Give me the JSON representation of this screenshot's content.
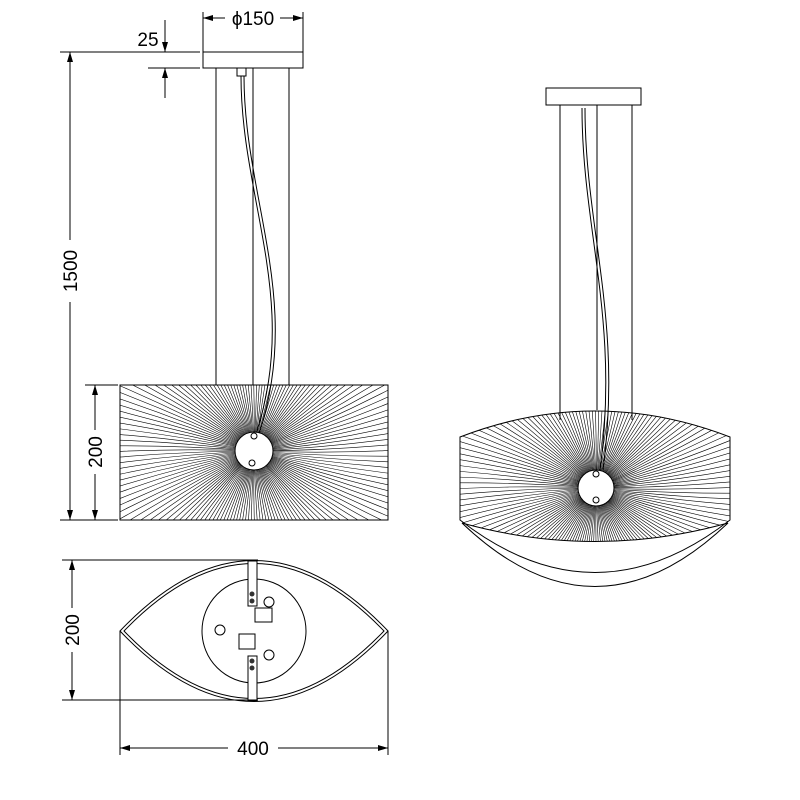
{
  "title": "Pendant lamp dimension drawing",
  "dimensions": {
    "canopy_height": "25",
    "canopy_diameter": "ϕ150",
    "total_height": "1500",
    "shade_height": "200",
    "shade_depth": "200",
    "shade_width": "400"
  },
  "colors": {
    "line": "#000000",
    "background": "#ffffff"
  }
}
